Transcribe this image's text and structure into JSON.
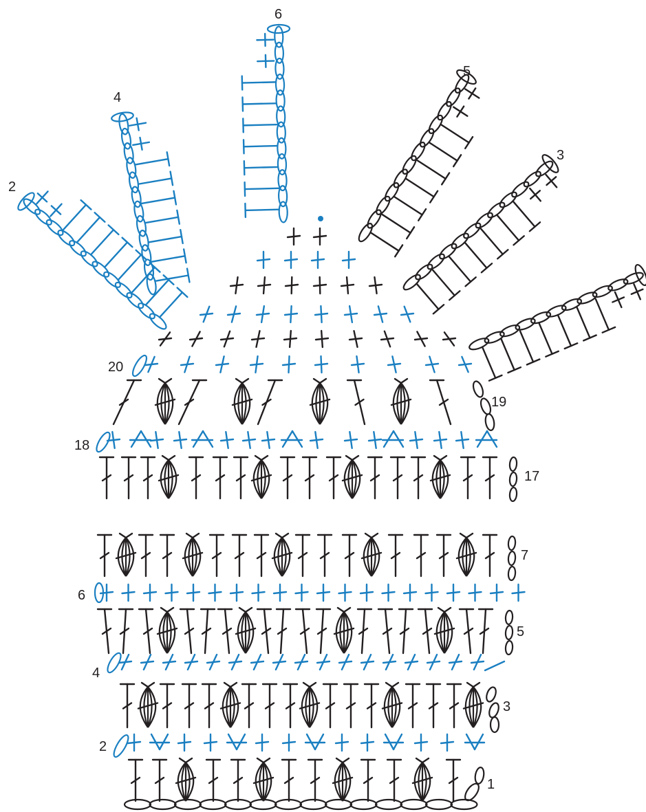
{
  "colors": {
    "black": "#231f20",
    "blue": "#1a7fc1"
  },
  "row_labels": {
    "r1": "1",
    "r2": "2",
    "r3": "3",
    "r4": "4",
    "r5": "5",
    "r6": "6",
    "r7": "7",
    "r17": "17",
    "r18": "18",
    "r19": "19",
    "r20": "20"
  },
  "finger_labels": {
    "f2": "2",
    "f3": "3",
    "f4": "4",
    "f5": "5",
    "f6": "6"
  },
  "rows": [
    {
      "row": 1,
      "color": "black",
      "kind": "chain"
    },
    {
      "row": 2,
      "color": "blue",
      "kind": "sc-inc"
    },
    {
      "row": 3,
      "color": "black",
      "kind": "dc-puff"
    },
    {
      "row": 4,
      "color": "blue",
      "kind": "sc"
    },
    {
      "row": 5,
      "color": "black",
      "kind": "dc-puff"
    },
    {
      "row": 6,
      "color": "blue",
      "kind": "sc"
    },
    {
      "row": 7,
      "color": "black",
      "kind": "dc-puff"
    },
    {
      "row": 17,
      "color": "black",
      "kind": "dc-puff"
    },
    {
      "row": 18,
      "color": "blue",
      "kind": "sc-dec"
    },
    {
      "row": 19,
      "color": "black",
      "kind": "dc-puff"
    },
    {
      "row": 20,
      "color": "blue",
      "kind": "sc"
    }
  ],
  "fingers": [
    {
      "label": "2",
      "color": "blue"
    },
    {
      "label": "3",
      "color": "black"
    },
    {
      "label": "4",
      "color": "blue"
    },
    {
      "label": "5",
      "color": "black"
    },
    {
      "label": "6",
      "color": "blue"
    }
  ]
}
